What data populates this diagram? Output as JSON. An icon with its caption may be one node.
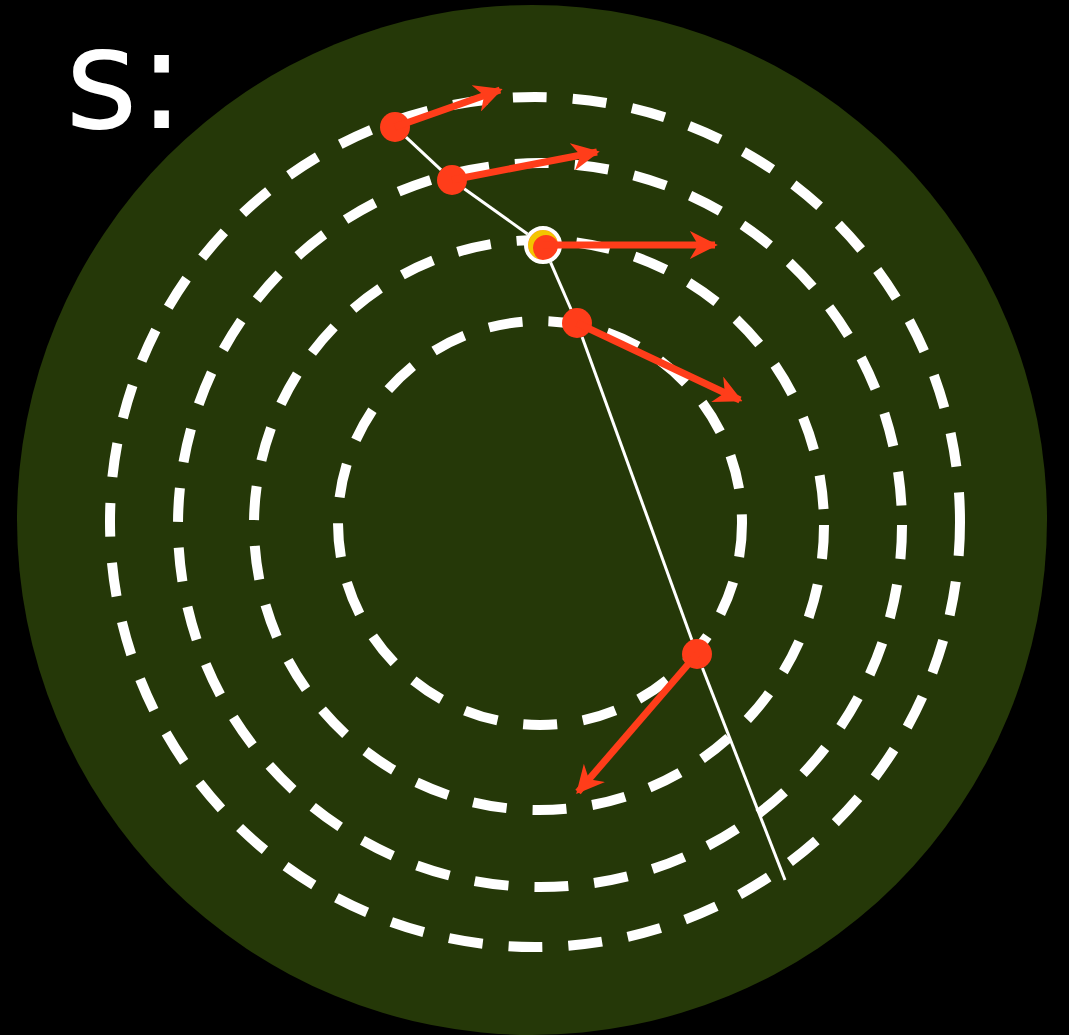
{
  "diagram": {
    "title": "s:",
    "nodes": [
      {
        "text": [],
        "shape": "circle"
      },
      {
        "text": [],
        "shape": "circle"
      },
      {
        "text": [],
        "shape": "circle"
      },
      {
        "text": [],
        "shape": "circle"
      },
      {
        "text": [],
        "shape": "circle"
      }
    ],
    "edges": [
      {
        "from": 0,
        "to": 1,
        "arrow": "none"
      },
      {
        "from": 1,
        "to": 2,
        "arrow": "none"
      },
      {
        "from": 2,
        "to": 3,
        "arrow": "none"
      },
      {
        "from": 3,
        "to": 4,
        "arrow": "none"
      },
      {
        "from": 4,
        "to": null,
        "arrow": "none"
      }
    ]
  }
}
